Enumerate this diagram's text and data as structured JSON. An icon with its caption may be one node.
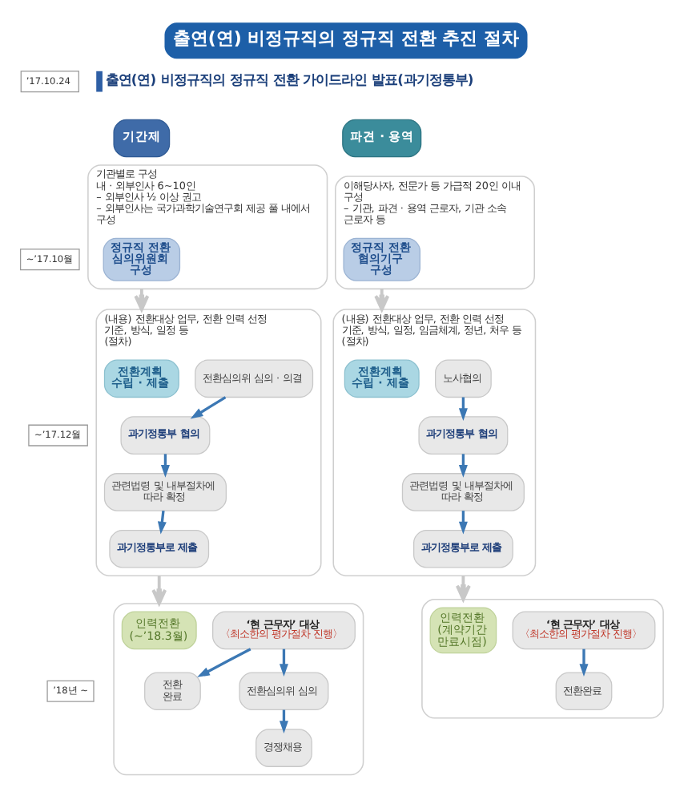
{
  "diagram": {
    "title": "출연(연) 비정규직의 정규직 전환 추진 절차",
    "nodes": [
      {
        "text": [
          "기간제"
        ]
      },
      {
        "text": [
          "기관별로 구성",
          "내 · 외부인사 6~10인",
          "– 외부인사 ½ 이상 권고",
          "– 외부인사는 국가과학기술연구회 제공 풀 내에서 구성"
        ]
      },
      {
        "text": [
          "정규직 전환 심의위원회 구성"
        ],
        "in": 1
      },
      {
        "text": [
          "(내용) 전환대상 업무, 전환 인력 선정 기준, 방식, 일정 등",
          "(절차)"
        ]
      },
      {
        "text": [
          "전환계획 수립 · 제출"
        ],
        "in": 3
      },
      {
        "text": [
          "전환심의위 심의 · 의결"
        ],
        "in": 3
      },
      {
        "text": [
          "과기정통부 협의"
        ],
        "in": 3
      },
      {
        "text": [
          "관련법령 및 내부절차에 따라 확정"
        ],
        "in": 3
      },
      {
        "text": [
          "과기정통부로 제출"
        ],
        "in": 3
      },
      {
        "text": [],
        "shape": "box"
      },
      {
        "text": [
          "인력전환 (~’18.3월)"
        ],
        "in": 9
      },
      {
        "text": [
          "‘현 근무자’ 대상",
          "〈최소한의 평가절차 진행〉"
        ],
        "in": 9
      },
      {
        "text": [
          "전환 완료"
        ],
        "in": 9
      },
      {
        "text": [
          "전환심의위 심의"
        ],
        "in": 9
      },
      {
        "text": [
          "경쟁채용"
        ],
        "in": 9
      },
      {
        "text": [
          "파견 · 용역"
        ]
      },
      {
        "text": [
          "이해당사자, 전문가 등 가급적 20인 이내 구성",
          "– 기관, 파견 · 용역 근로자, 기관 소속 근로자 등"
        ]
      },
      {
        "text": [
          "정규직 전환 협의기구 구성"
        ],
        "in": 16
      },
      {
        "text": [
          "(내용) 전환대상 업무, 전환 인력 선정 기준, 방식, 일정, 임금체계, 정년, 처우 등",
          "(절차)"
        ]
      },
      {
        "text": [
          "전환계획 수립 · 제출"
        ],
        "in": 18
      },
      {
        "text": [
          "노사협의"
        ],
        "in": 18
      },
      {
        "text": [
          "과기정통부 협의"
        ],
        "in": 18
      },
      {
        "text": [
          "관련법령 및 내부절차에 따라 확정"
        ],
        "in": 18
      },
      {
        "text": [
          "과기정통부로 제출"
        ],
        "in": 18
      },
      {
        "text": [],
        "shape": "box"
      },
      {
        "text": [
          "인력전환 (계약기간 만료시점)"
        ],
        "in": 24
      },
      {
        "text": [
          "‘현 근무자’ 대상",
          "〈최소한의 평가절차 진행〉"
        ],
        "in": 24
      },
      {
        "text": [
          "전환완료"
        ],
        "in": 24
      }
    ],
    "edges": [
      {
        "from": 1,
        "to": 3,
        "arrow": "to",
        "color": "#c8c8c8"
      },
      {
        "from": 5,
        "to": 6,
        "arrow": "to"
      },
      {
        "from": 6,
        "to": 7,
        "arrow": "to"
      },
      {
        "from": 7,
        "to": 8,
        "arrow": "to"
      },
      {
        "from": 3,
        "to": 9,
        "arrow": "to",
        "color": "#c8c8c8"
      },
      {
        "from": 11,
        "to": 12,
        "arrow": "to"
      },
      {
        "from": 11,
        "to": 13,
        "arrow": "to"
      },
      {
        "from": 13,
        "to": 14,
        "arrow": "to"
      },
      {
        "from": 16,
        "to": 18,
        "arrow": "to",
        "color": "#c8c8c8"
      },
      {
        "from": 20,
        "to": 21,
        "arrow": "to"
      },
      {
        "from": 21,
        "to": 22,
        "arrow": "to"
      },
      {
        "from": 22,
        "to": 23,
        "arrow": "to"
      },
      {
        "from": 18,
        "to": 24,
        "arrow": "to",
        "color": "#c8c8c8"
      },
      {
        "from": 26,
        "to": 27,
        "arrow": "to"
      }
    ],
    "labels": [
      "’17.10.24",
      "출연(연) 비정규직의 정규직 전환 가이드라인 발표(과기정통부)",
      "~’17.10월",
      "~’17.12월",
      "’18년 ~"
    ]
  }
}
